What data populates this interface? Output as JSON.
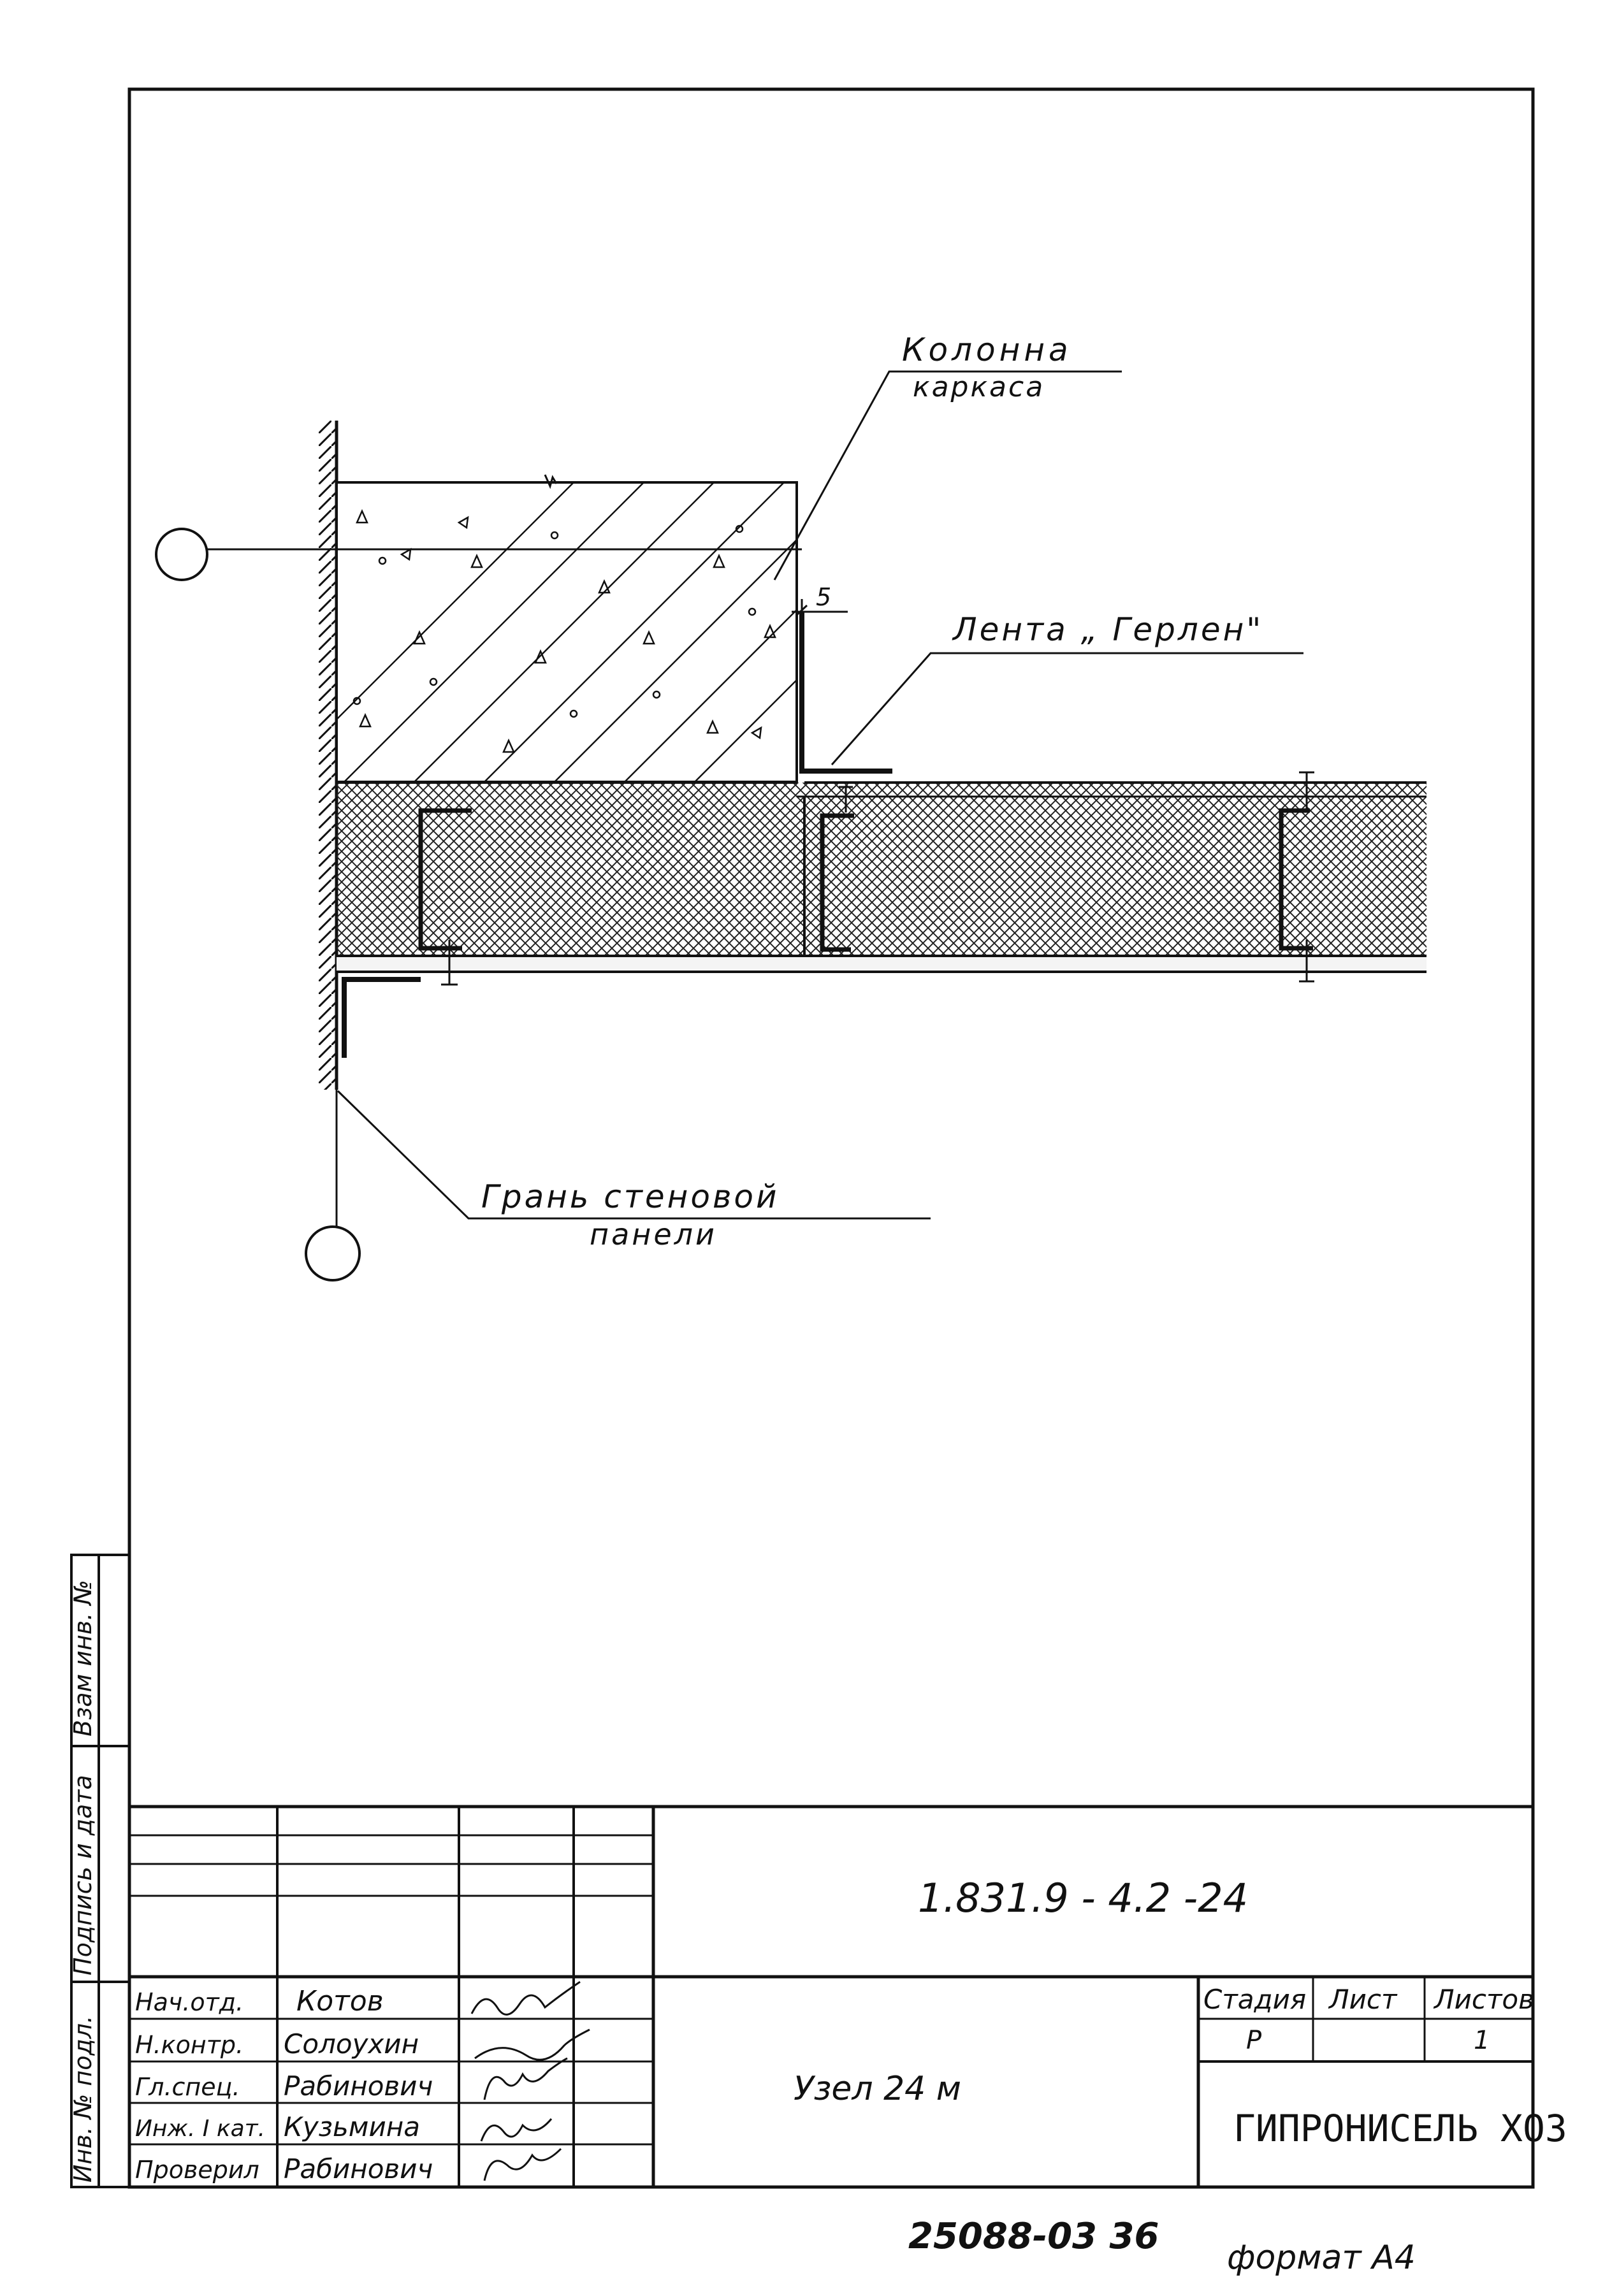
{
  "drawing": {
    "labels": {
      "column": [
        "Колонна",
        "каркаса"
      ],
      "tape": "Лента „ Герлен\"",
      "panel_edge": [
        "Грань стеновой",
        "панели"
      ],
      "dimension": "5"
    }
  },
  "side_stamp": {
    "inv_replace": "Взам инв. №",
    "sign_date": "Подпись и дата",
    "inv_orig": "Инв. № подл."
  },
  "title_block": {
    "designation": "1.831.9 - 4.2 -24",
    "title": "Узел 24 м",
    "stage_header": "Стадия",
    "sheet_header": "Лист",
    "sheets_header": "Листов",
    "stage": "Р",
    "sheet": "",
    "sheets": "1",
    "organization": "ГИПРОНИСЕЛЬ ХОЗ",
    "people": [
      {
        "role": "Нач.отд.",
        "name": "Котов"
      },
      {
        "role": "Н.контр.",
        "name": "Солоухин"
      },
      {
        "role": "Гл.спец.",
        "name": "Рабинович"
      },
      {
        "role": "Инж. I кат.",
        "name": "Кузьмина"
      },
      {
        "role": "Проверил",
        "name": "Рабинович"
      }
    ]
  },
  "footer": {
    "code": "25088-03 36",
    "format": "формат А4"
  }
}
